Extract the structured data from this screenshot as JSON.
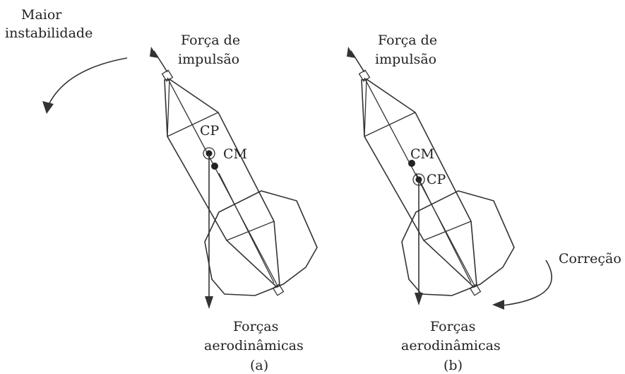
{
  "panel_a": {
    "instability_line1": "Maior",
    "instability_line2": "instabilidade",
    "thrust_line1": "Força de",
    "thrust_line2": "impulsão",
    "cp": "CP",
    "cm": "CM",
    "aero_line1": "Forças",
    "aero_line2": "aerodinâmicas",
    "caption": "(a)"
  },
  "panel_b": {
    "thrust_line1": "Força de",
    "thrust_line2": "impulsão",
    "cm": "CM",
    "cp": "CP",
    "correction": "Correção",
    "aero_line1": "Forças",
    "aero_line2": "aerodinâmicas",
    "caption": "(b)"
  },
  "colors": {
    "stroke": "#333333",
    "text": "#222222",
    "background": "#ffffff"
  }
}
